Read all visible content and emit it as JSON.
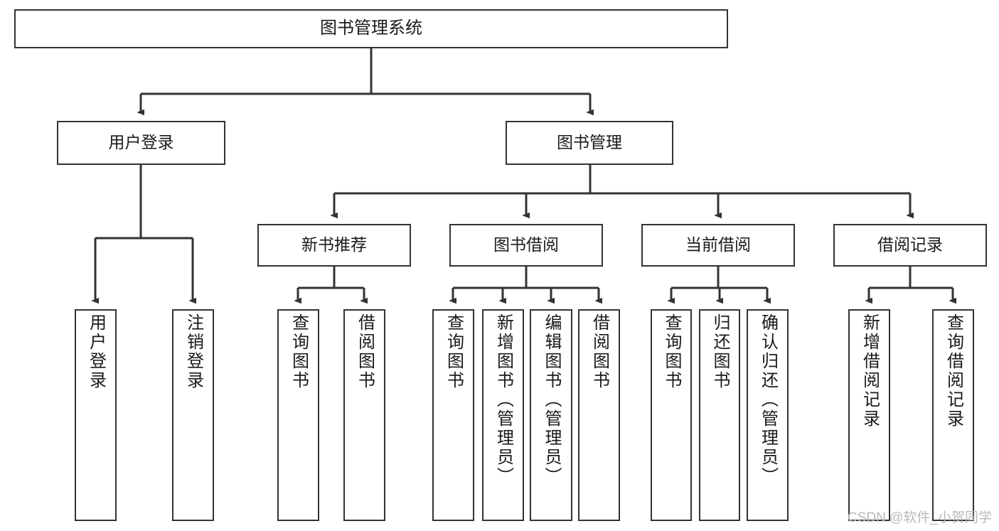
{
  "diagram": {
    "title": "图书管理系统",
    "type": "hierarchy-tree",
    "colors": {
      "stroke": "#333333",
      "fill": "#ffffff",
      "text": "#1a1a1a",
      "watermark": "#b9b9b9"
    },
    "root": {
      "label": "图书管理系统"
    },
    "level2": [
      {
        "label": "用户登录"
      },
      {
        "label": "图书管理"
      }
    ],
    "level3": [
      {
        "label": "新书推荐"
      },
      {
        "label": "图书借阅"
      },
      {
        "label": "当前借阅"
      },
      {
        "label": "借阅记录"
      }
    ],
    "leaves": {
      "user_login": [
        {
          "label": "用户登录"
        },
        {
          "label": "注销登录"
        }
      ],
      "new_book": [
        {
          "label": "查询图书"
        },
        {
          "label": "借阅图书"
        }
      ],
      "book_borrow": [
        {
          "label": "查询图书"
        },
        {
          "label": "新增图书（管理员）"
        },
        {
          "label": "编辑图书（管理员）"
        },
        {
          "label": "借阅图书"
        }
      ],
      "current_borrow": [
        {
          "label": "查询图书"
        },
        {
          "label": "归还图书"
        },
        {
          "label": "确认归还（管理员）"
        }
      ],
      "borrow_record": [
        {
          "label": "新增借阅记录"
        },
        {
          "label": "查询借阅记录"
        }
      ]
    }
  },
  "watermark": {
    "text": "CSDN @软件_小贺同学"
  }
}
